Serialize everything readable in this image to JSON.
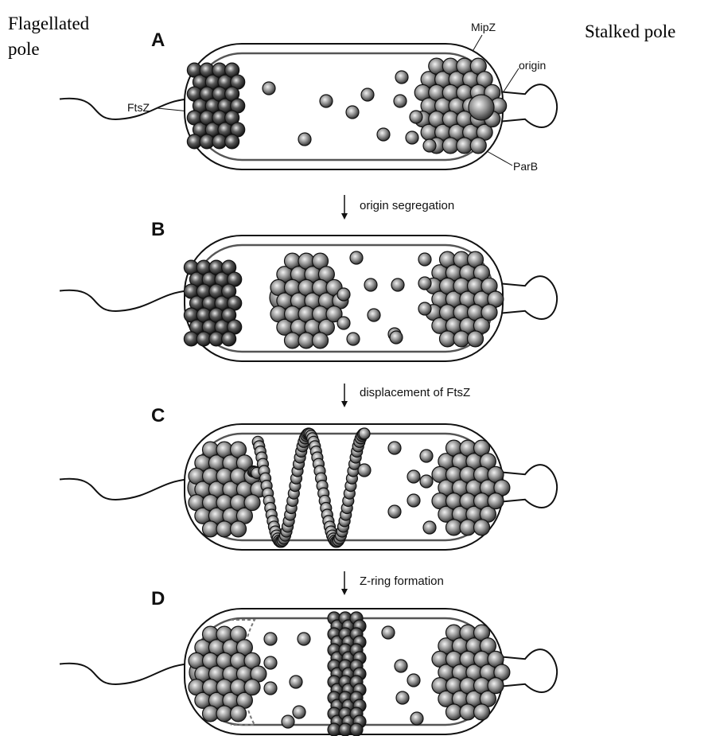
{
  "poles": {
    "flagellated_line1": "Flagellated",
    "flagellated_line2": "pole",
    "stalked": "Stalked pole"
  },
  "panels": [
    {
      "letter": "A"
    },
    {
      "letter": "B"
    },
    {
      "letter": "C"
    },
    {
      "letter": "D"
    }
  ],
  "steps": [
    {
      "label": "origin segregation"
    },
    {
      "label": "displacement of FtsZ"
    },
    {
      "label": "Z-ring formation"
    }
  ],
  "callouts": {
    "ftsz": "FtsZ",
    "mipz": "MipZ",
    "origin": "origin",
    "parb": "ParB"
  },
  "colors": {
    "ftsz_fill": "#2a2a2a",
    "mipz_fill": "#7a7a7a",
    "outline": "#111111"
  }
}
